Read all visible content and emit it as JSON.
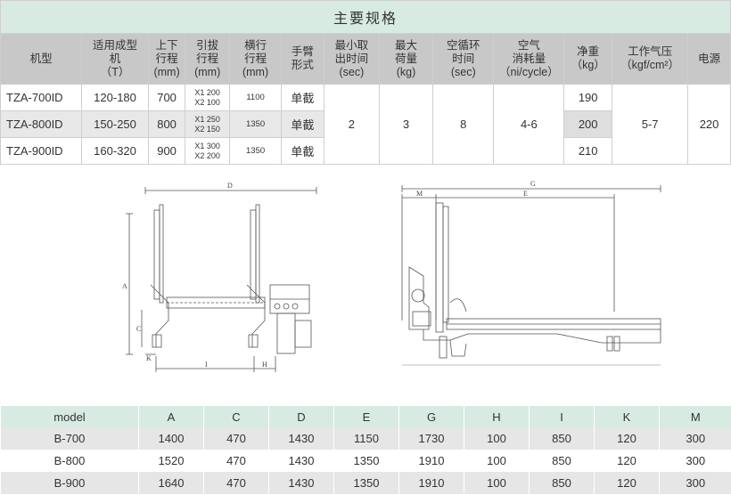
{
  "spec_table": {
    "title": "主要规格",
    "headers": [
      "机型",
      "适用成型\n机\n（T）",
      "上下\n行程\n(mm)",
      "引拔\n行程\n(mm)",
      "横行\n行程\n(mm)",
      "手臂\n形式",
      "最小取\n出时间\n(sec)",
      "最大\n荷量\n(kg)",
      "空循环\n时间\n(sec)",
      "空气\n消耗量\n（ni/cycle）",
      "净重\n（kg）",
      "工作气压\n（kgf/cm²）",
      "电源"
    ],
    "rows": [
      {
        "model": "TZA-700ID",
        "machine": "120-180",
        "updown": "700",
        "draw1": "X1 200",
        "draw2": "X2 100",
        "traverse": "1100",
        "arm": "单截",
        "weight": "190"
      },
      {
        "model": "TZA-800ID",
        "machine": "150-250",
        "updown": "800",
        "draw1": "X1 250",
        "draw2": "X2 150",
        "traverse": "1350",
        "arm": "单截",
        "weight": "200"
      },
      {
        "model": "TZA-900ID",
        "machine": "160-320",
        "updown": "900",
        "draw1": "X1 300",
        "draw2": "X2 200",
        "traverse": "1350",
        "arm": "单截",
        "weight": "210"
      }
    ],
    "shared": {
      "min_takeout": "2",
      "max_load": "3",
      "cycle": "8",
      "air": "4-6",
      "pressure": "5-7",
      "power": "220"
    }
  },
  "drawing_labels": {
    "front": {
      "D": "D",
      "A": "A",
      "C": "C",
      "K": "K",
      "I": "I",
      "H": "H"
    },
    "side": {
      "G": "G",
      "M": "M",
      "E": "E"
    }
  },
  "dims_table": {
    "headers": [
      "model",
      "A",
      "C",
      "D",
      "E",
      "G",
      "H",
      "I",
      "K",
      "M"
    ],
    "rows": [
      [
        "B-700",
        "1400",
        "470",
        "1430",
        "1150",
        "1730",
        "100",
        "850",
        "120",
        "300"
      ],
      [
        "B-800",
        "1520",
        "470",
        "1430",
        "1350",
        "1910",
        "100",
        "850",
        "120",
        "300"
      ],
      [
        "B-900",
        "1640",
        "470",
        "1430",
        "1350",
        "1910",
        "100",
        "850",
        "120",
        "300"
      ]
    ]
  }
}
